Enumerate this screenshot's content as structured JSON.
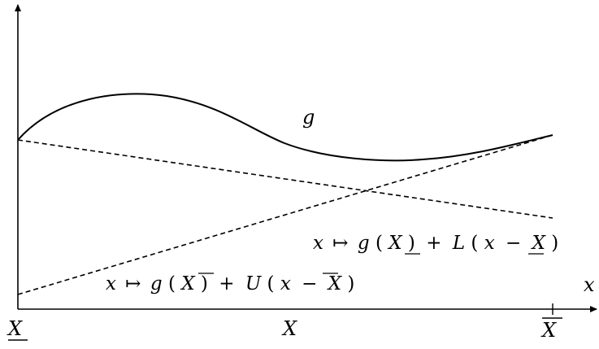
{
  "labels": {
    "curve": "g",
    "x_axis": "x",
    "lower_bound_tick": "X",
    "domain_label": "X",
    "upper_bound_tick": "X",
    "line_L": {
      "arg": "x",
      "mapsto": "↦",
      "g": "g",
      "open": "(",
      "xbar": "X",
      "close": ")",
      "plus": "+",
      "coef": "L",
      "open2": "(",
      "x2": "x",
      "minus": "−",
      "xbar2": "X",
      "close2": ")"
    },
    "line_U": {
      "arg": "x",
      "mapsto": "↦",
      "g": "g",
      "open": "(",
      "xbar": "X",
      "close": ")",
      "plus": "+",
      "coef": "U",
      "open2": "(",
      "x2": "x",
      "minus": "−",
      "xbar2": "X",
      "close2": ")"
    }
  },
  "colors": {
    "ink": "#000000",
    "background": "#ffffff"
  }
}
